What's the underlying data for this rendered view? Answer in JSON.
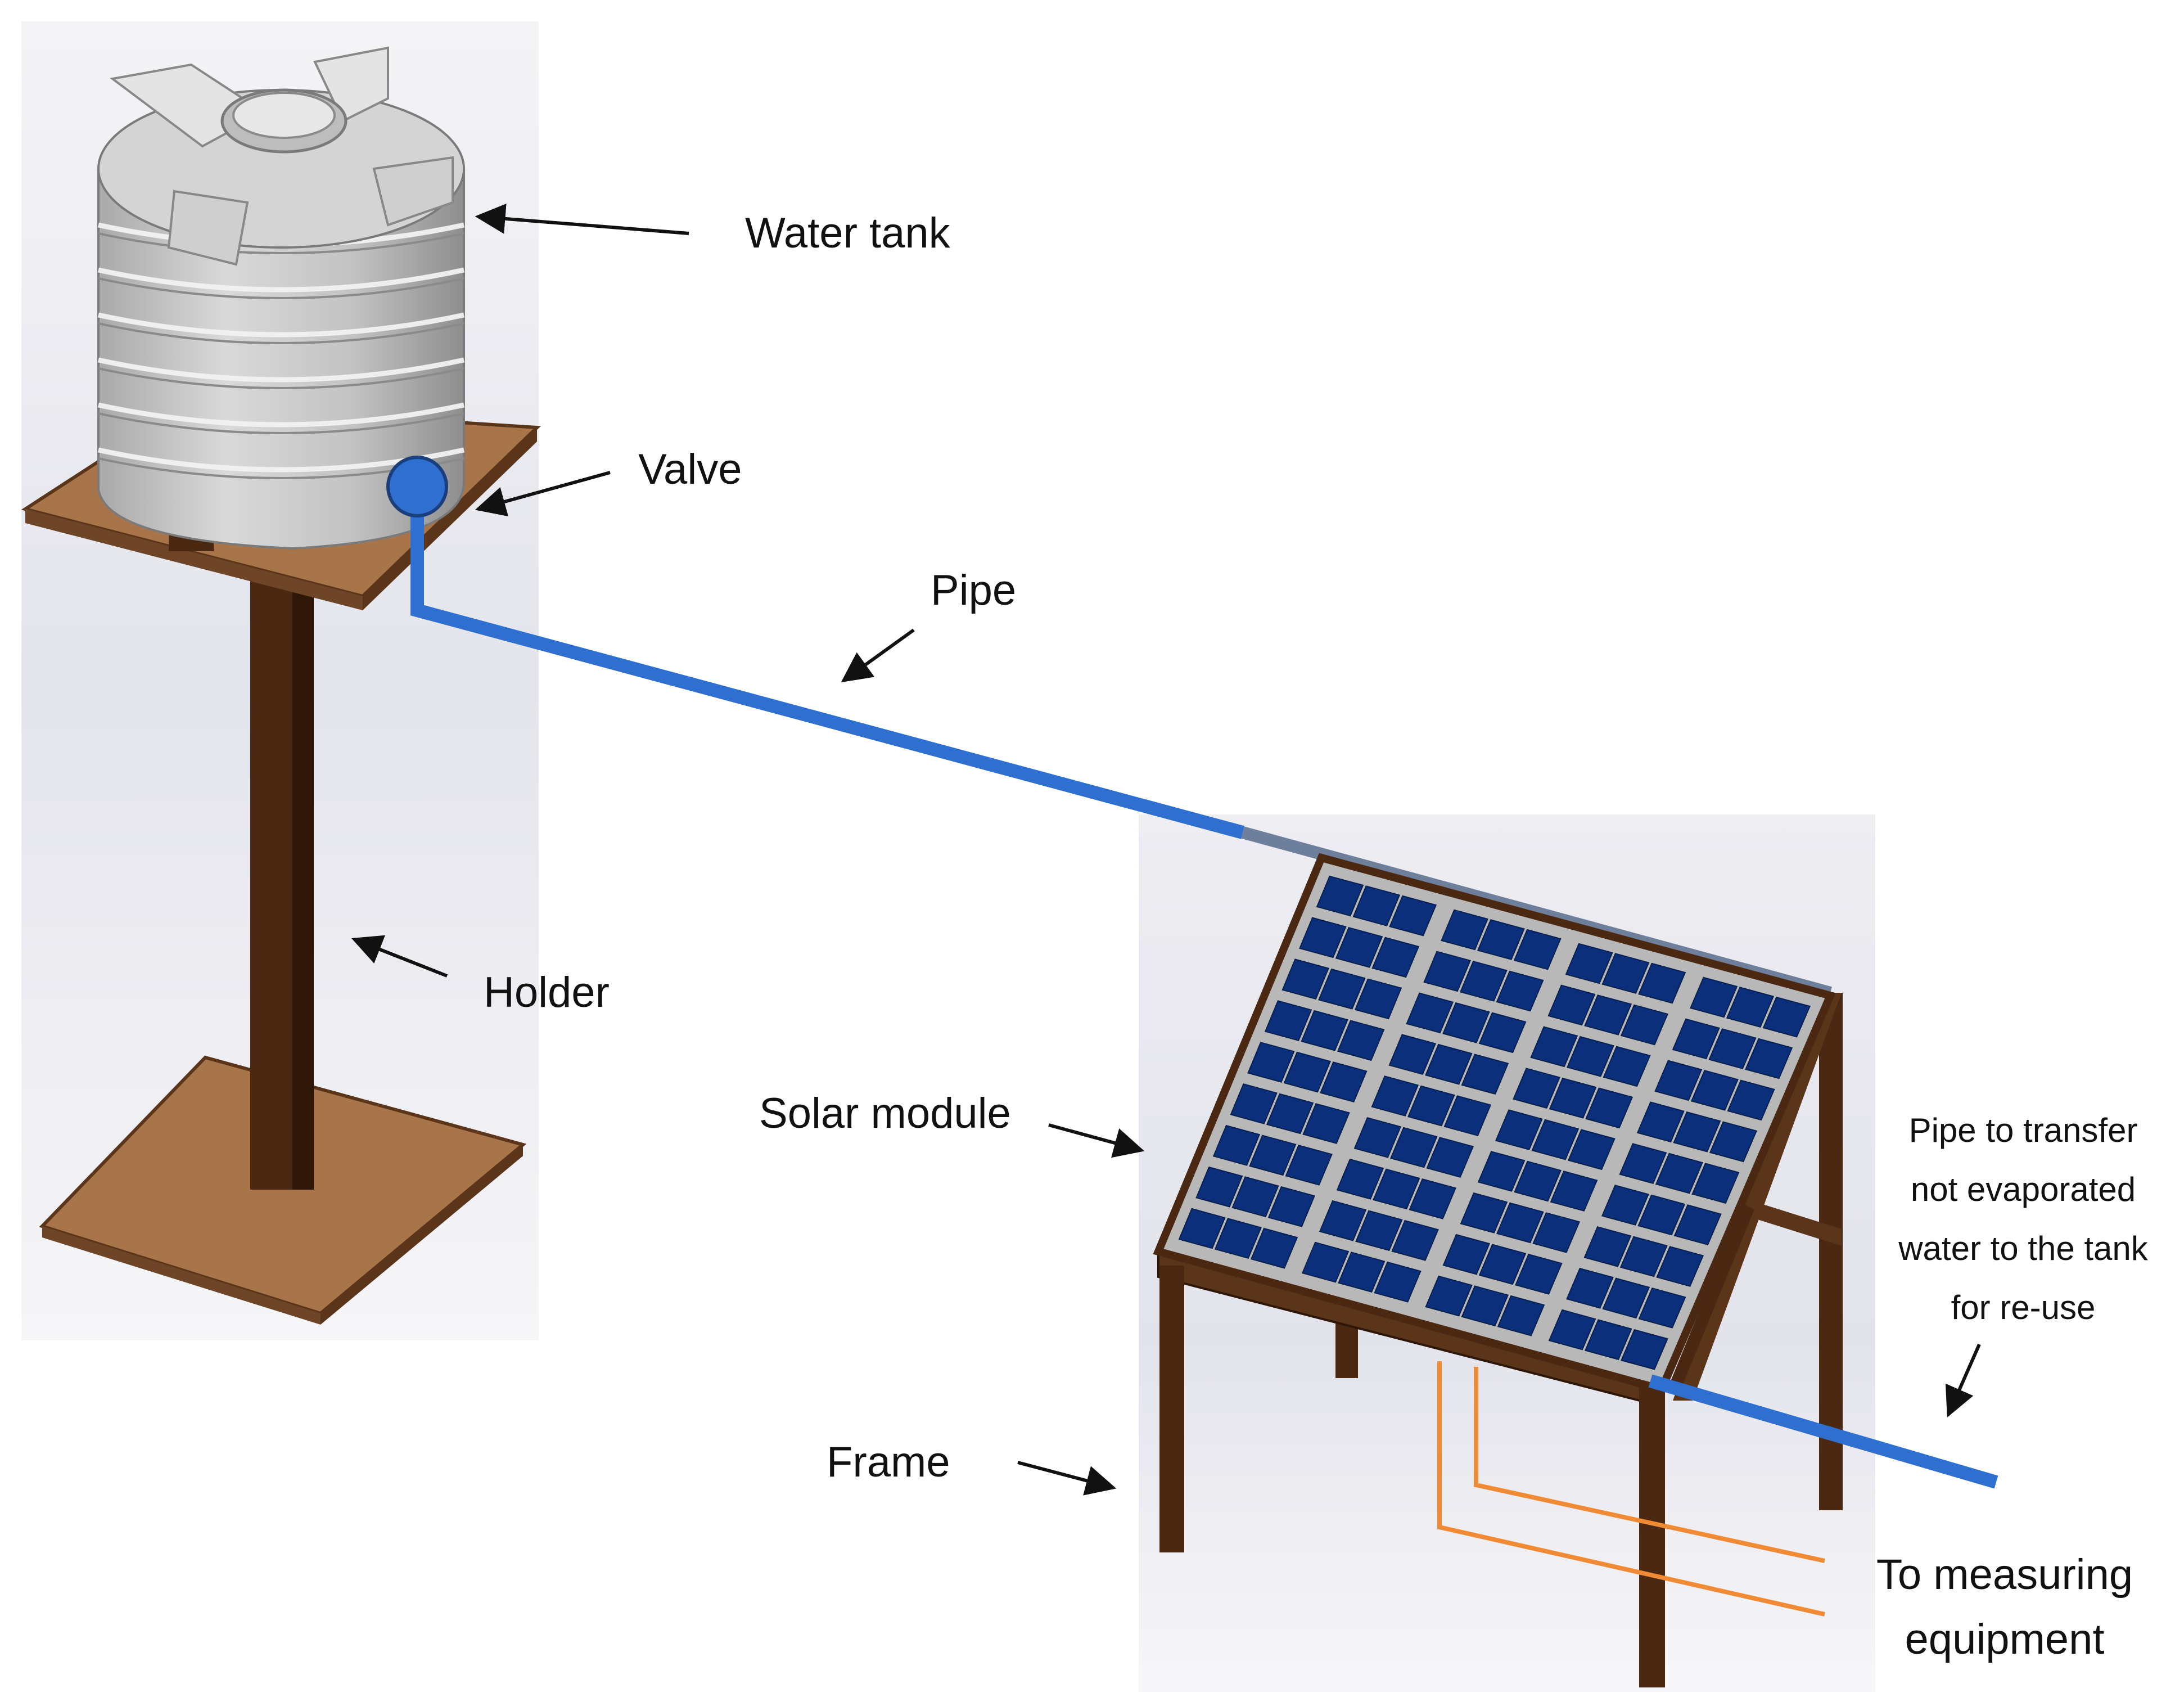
{
  "labels": {
    "water_tank": "Water tank",
    "valve": "Valve",
    "pipe": "Pipe",
    "holder": "Holder",
    "solar_module": "Solar module",
    "frame": "Frame",
    "return_pipe": [
      "Pipe to transfer",
      "not evaporated",
      "water to the tank",
      "for re-use"
    ],
    "measuring": [
      "To measuring",
      "equipment"
    ]
  },
  "colors": {
    "pipe": "#2f6fcf",
    "wood": "#a8754a",
    "frame": "#4a2812",
    "tank": "#c9c9c9",
    "cell": "#0b2f7a",
    "wire": "#f08a35"
  }
}
